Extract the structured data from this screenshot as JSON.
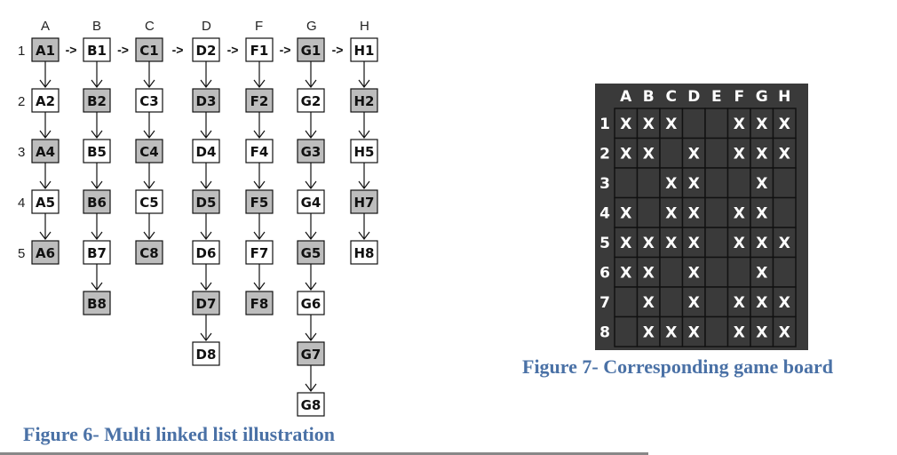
{
  "diagram": {
    "columns": [
      "A",
      "B",
      "C",
      "D",
      "F",
      "G",
      "H"
    ],
    "rows": [
      "1",
      "2",
      "3",
      "4",
      "5"
    ],
    "arrow_label": "->",
    "lists": [
      {
        "col": "A",
        "nodes": [
          {
            "label": "A1",
            "shaded": true
          },
          {
            "label": "A2",
            "shaded": false
          },
          {
            "label": "A4",
            "shaded": true
          },
          {
            "label": "A5",
            "shaded": false
          },
          {
            "label": "A6",
            "shaded": true
          }
        ]
      },
      {
        "col": "B",
        "nodes": [
          {
            "label": "B1",
            "shaded": false
          },
          {
            "label": "B2",
            "shaded": true
          },
          {
            "label": "B5",
            "shaded": false
          },
          {
            "label": "B6",
            "shaded": true
          },
          {
            "label": "B7",
            "shaded": false
          },
          {
            "label": "B8",
            "shaded": true
          }
        ]
      },
      {
        "col": "C",
        "nodes": [
          {
            "label": "C1",
            "shaded": true
          },
          {
            "label": "C3",
            "shaded": false
          },
          {
            "label": "C4",
            "shaded": true
          },
          {
            "label": "C5",
            "shaded": false
          },
          {
            "label": "C8",
            "shaded": true
          }
        ]
      },
      {
        "col": "D",
        "nodes": [
          {
            "label": "D2",
            "shaded": false
          },
          {
            "label": "D3",
            "shaded": true
          },
          {
            "label": "D4",
            "shaded": false
          },
          {
            "label": "D5",
            "shaded": true
          },
          {
            "label": "D6",
            "shaded": false
          },
          {
            "label": "D7",
            "shaded": true
          },
          {
            "label": "D8",
            "shaded": false
          }
        ]
      },
      {
        "col": "F",
        "nodes": [
          {
            "label": "F1",
            "shaded": false
          },
          {
            "label": "F2",
            "shaded": true
          },
          {
            "label": "F4",
            "shaded": false
          },
          {
            "label": "F5",
            "shaded": true
          },
          {
            "label": "F7",
            "shaded": false
          },
          {
            "label": "F8",
            "shaded": true
          }
        ]
      },
      {
        "col": "G",
        "nodes": [
          {
            "label": "G1",
            "shaded": true
          },
          {
            "label": "G2",
            "shaded": false
          },
          {
            "label": "G3",
            "shaded": true
          },
          {
            "label": "G4",
            "shaded": false
          },
          {
            "label": "G5",
            "shaded": true
          },
          {
            "label": "G6",
            "shaded": false
          },
          {
            "label": "G7",
            "shaded": true
          },
          {
            "label": "G8",
            "shaded": false
          }
        ]
      },
      {
        "col": "H",
        "nodes": [
          {
            "label": "H1",
            "shaded": false
          },
          {
            "label": "H2",
            "shaded": true
          },
          {
            "label": "H5",
            "shaded": false
          },
          {
            "label": "H7",
            "shaded": true
          },
          {
            "label": "H8",
            "shaded": false
          }
        ]
      }
    ],
    "caption": "Figure 6- Multi linked list illustration"
  },
  "board": {
    "columns": [
      "A",
      "B",
      "C",
      "D",
      "E",
      "F",
      "G",
      "H"
    ],
    "rows": [
      {
        "label": "1",
        "cells": [
          "X",
          "X",
          "X",
          "",
          "",
          "X",
          "X",
          "X"
        ]
      },
      {
        "label": "2",
        "cells": [
          "X",
          "X",
          "",
          "X",
          "",
          "X",
          "X",
          "X"
        ]
      },
      {
        "label": "3",
        "cells": [
          "",
          "",
          "X",
          "X",
          "",
          "",
          "X",
          ""
        ]
      },
      {
        "label": "4",
        "cells": [
          "X",
          "",
          "X",
          "X",
          "",
          "X",
          "X",
          ""
        ]
      },
      {
        "label": "5",
        "cells": [
          "X",
          "X",
          "X",
          "X",
          "",
          "X",
          "X",
          "X"
        ]
      },
      {
        "label": "6",
        "cells": [
          "X",
          "X",
          "",
          "X",
          "",
          "",
          "X",
          ""
        ]
      },
      {
        "label": "7",
        "cells": [
          "",
          "X",
          "",
          "X",
          "",
          "X",
          "X",
          "X"
        ]
      },
      {
        "label": "8",
        "cells": [
          "",
          "X",
          "X",
          "X",
          "",
          "X",
          "X",
          "X"
        ]
      }
    ],
    "caption": "Figure 7- Corresponding game board"
  },
  "colors": {
    "shaded_node": "#bdbdbd",
    "plain_node": "#ffffff",
    "caption": "#4a71a6",
    "board_bg": "#3a3a3a"
  }
}
